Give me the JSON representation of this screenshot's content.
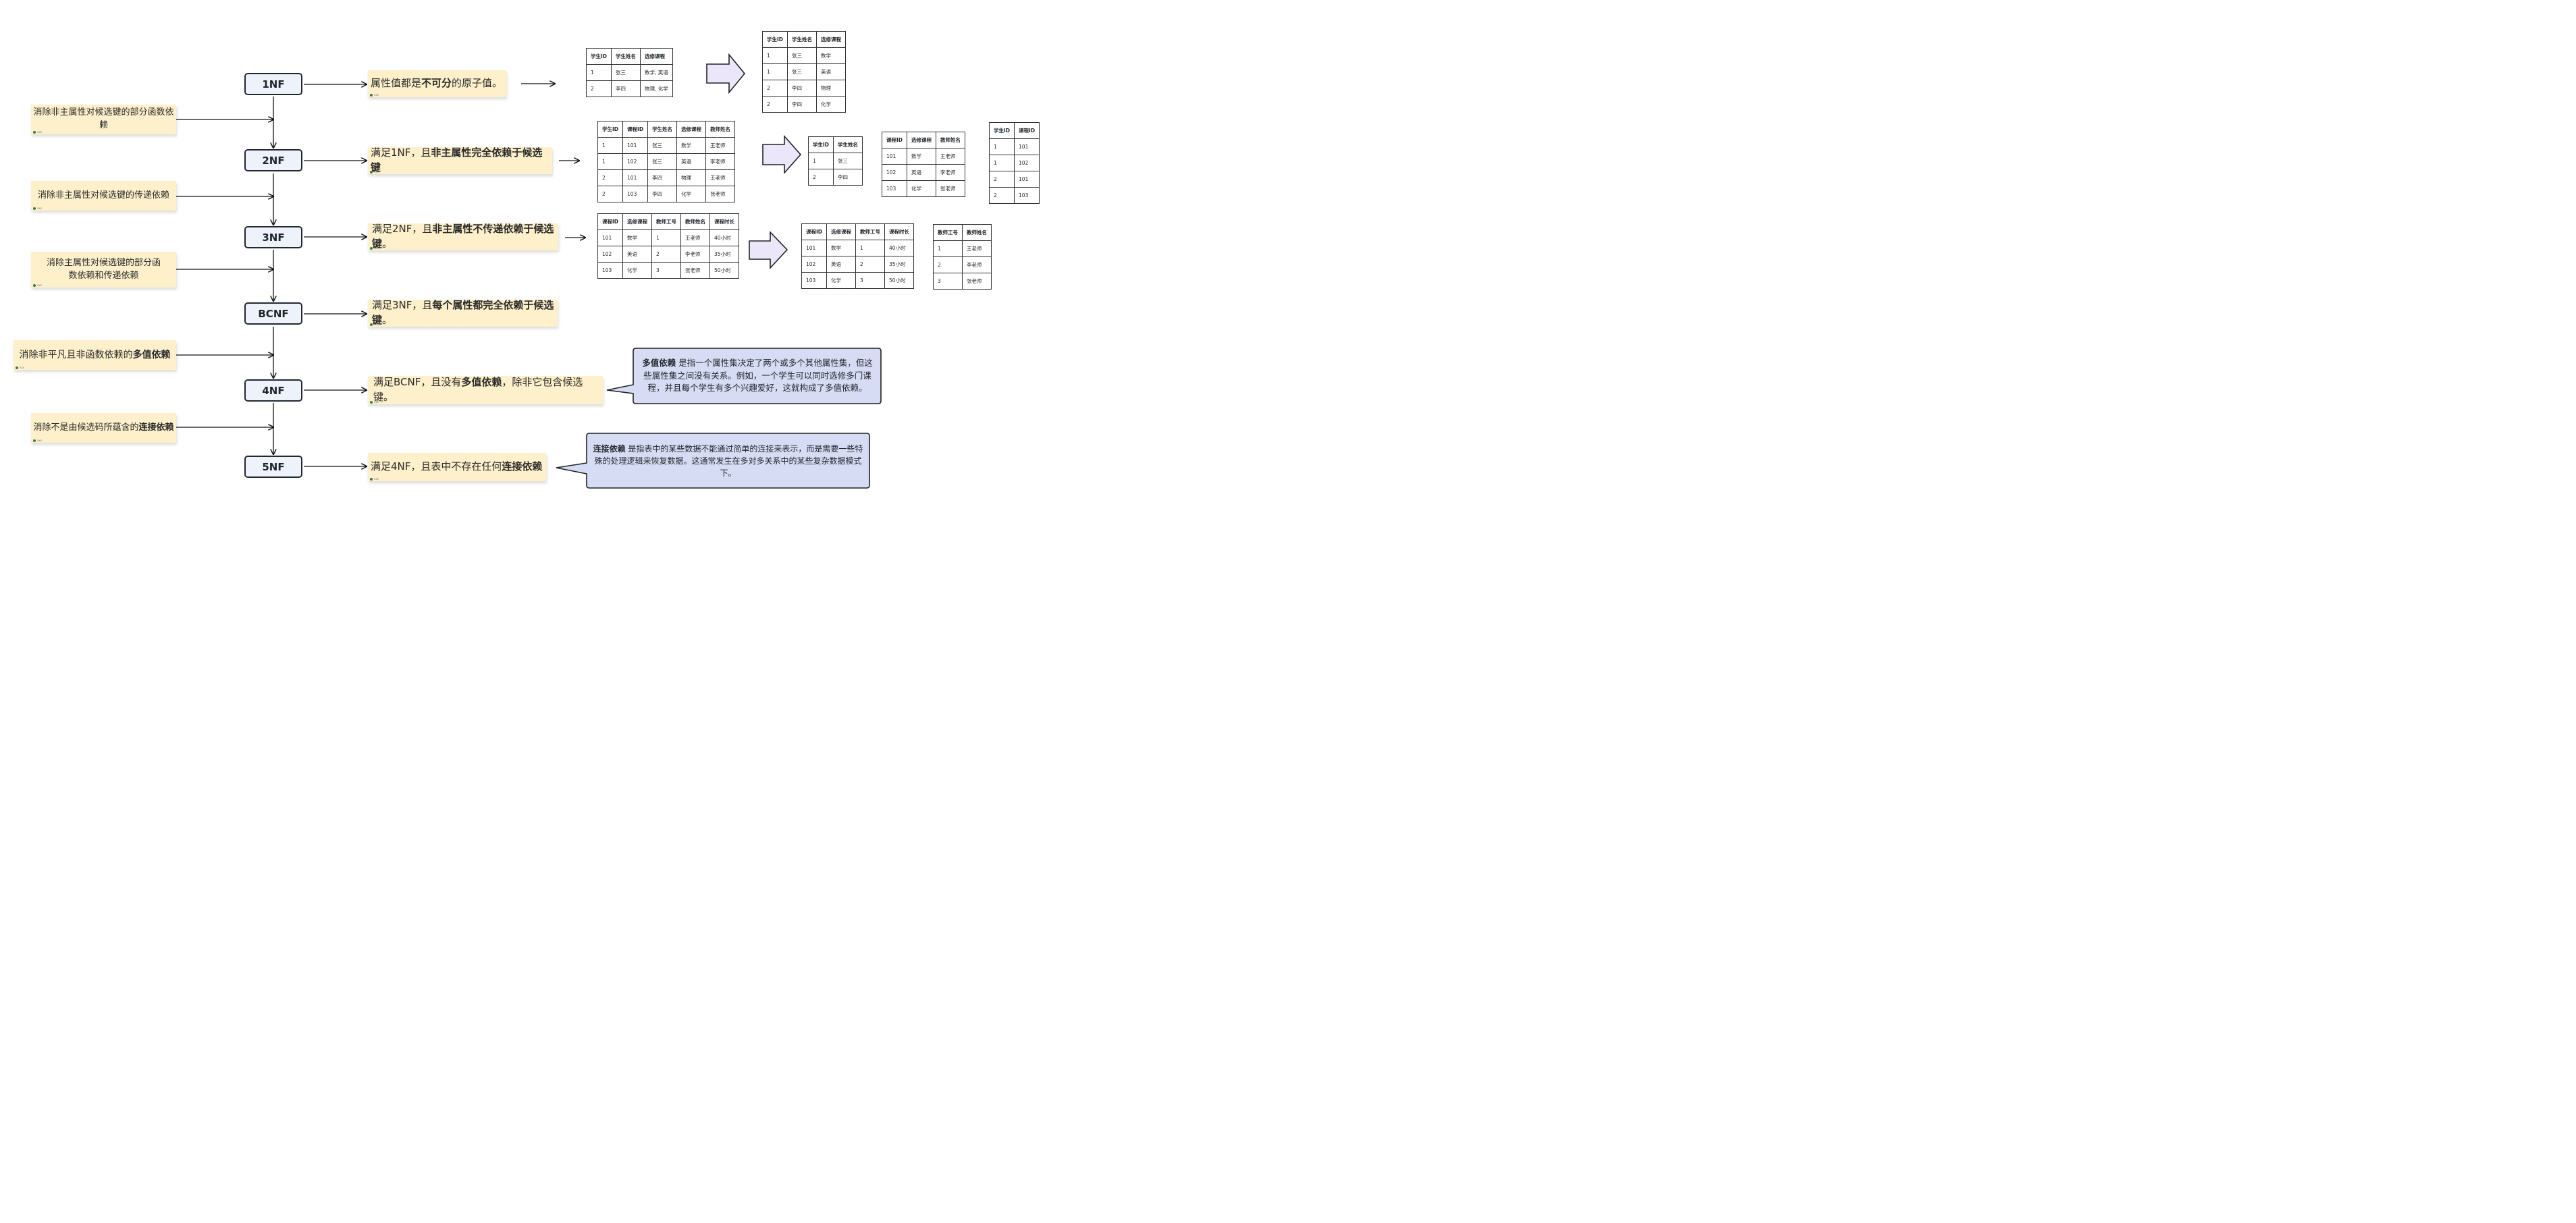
{
  "forms": [
    "1NF",
    "2NF",
    "3NF",
    "BCNF",
    "4NF",
    "5NF"
  ],
  "left_notes": [
    {
      "pre": "消除非主属性对候选键的部分函数依赖",
      "bold": "",
      "post": ""
    },
    {
      "pre": "消除非主属性对候选键的传递依赖",
      "bold": "",
      "post": ""
    },
    {
      "pre": "消除主属性对候选键的部分函数依赖和传递依赖",
      "bold": "",
      "post": ""
    },
    {
      "pre": "消除非平凡且非函数依赖的",
      "bold": "多值依赖",
      "post": ""
    },
    {
      "pre": "消除不是由候选码所蕴含的",
      "bold": "连接依赖",
      "post": ""
    }
  ],
  "right_notes": [
    {
      "pre": "属性值都是",
      "bold": "不可分",
      "post": "的原子值。"
    },
    {
      "pre": "满足1NF，且",
      "bold": "非主属性完全依赖于候选键",
      "post": ""
    },
    {
      "pre": "满足2NF，且",
      "bold": "非主属性不传递依赖于候选键",
      "post": "。"
    },
    {
      "pre": "满足3NF，且",
      "bold": "每个属性都完全依赖于候选键",
      "post": "。"
    },
    {
      "pre": "满足BCNF，且没有",
      "bold": "多值依赖",
      "post": "，除非它包含候选键。"
    },
    {
      "pre": "满足4NF，且表中不存在任何",
      "bold": "连接依赖",
      "post": ""
    }
  ],
  "sticky_tag": "xxx",
  "tables": {
    "t1a": {
      "headers": [
        "学生ID",
        "学生姓名",
        "选修课程"
      ],
      "rows": [
        [
          "1",
          "张三",
          "数学, 英语"
        ],
        [
          "2",
          "李四",
          "物理, 化学"
        ]
      ]
    },
    "t1b": {
      "headers": [
        "学生ID",
        "学生姓名",
        "选修课程"
      ],
      "rows": [
        [
          "1",
          "张三",
          "数学"
        ],
        [
          "1",
          "张三",
          "英语"
        ],
        [
          "2",
          "李四",
          "物理"
        ],
        [
          "2",
          "李四",
          "化学"
        ]
      ]
    },
    "t2a": {
      "headers": [
        "学生ID",
        "课程ID",
        "学生姓名",
        "选修课程",
        "教师姓名"
      ],
      "rows": [
        [
          "1",
          "101",
          "张三",
          "数学",
          "王老师"
        ],
        [
          "1",
          "102",
          "张三",
          "英语",
          "李老师"
        ],
        [
          "2",
          "101",
          "李四",
          "物理",
          "王老师"
        ],
        [
          "2",
          "103",
          "李四",
          "化学",
          "张老师"
        ]
      ]
    },
    "t2b": {
      "headers": [
        "学生ID",
        "学生姓名"
      ],
      "rows": [
        [
          "1",
          "张三"
        ],
        [
          "2",
          "李四"
        ]
      ]
    },
    "t2c": {
      "headers": [
        "课程ID",
        "选修课程",
        "教师姓名"
      ],
      "rows": [
        [
          "101",
          "数学",
          "王老师"
        ],
        [
          "102",
          "英语",
          "李老师"
        ],
        [
          "103",
          "化学",
          "张老师"
        ]
      ]
    },
    "t2d": {
      "headers": [
        "学生ID",
        "课程ID"
      ],
      "rows": [
        [
          "1",
          "101"
        ],
        [
          "1",
          "102"
        ],
        [
          "2",
          "101"
        ],
        [
          "2",
          "103"
        ]
      ]
    },
    "t3a": {
      "headers": [
        "课程ID",
        "选修课程",
        "教师工号",
        "教师姓名",
        "课程时长"
      ],
      "rows": [
        [
          "101",
          "数学",
          "1",
          "王老师",
          "40小时"
        ],
        [
          "102",
          "英语",
          "2",
          "李老师",
          "35小时"
        ],
        [
          "103",
          "化学",
          "3",
          "张老师",
          "50小时"
        ]
      ]
    },
    "t3b": {
      "headers": [
        "课程ID",
        "选修课程",
        "教师工号",
        "课程时长"
      ],
      "rows": [
        [
          "101",
          "数学",
          "1",
          "40小时"
        ],
        [
          "102",
          "英语",
          "2",
          "35小时"
        ],
        [
          "103",
          "化学",
          "3",
          "50小时"
        ]
      ]
    },
    "t3c": {
      "headers": [
        "教师工号",
        "教师姓名"
      ],
      "rows": [
        [
          "1",
          "王老师"
        ],
        [
          "2",
          "李老师"
        ],
        [
          "3",
          "张老师"
        ]
      ]
    }
  },
  "callouts": [
    {
      "bold": "多值依赖",
      "text": " 是指一个属性集决定了两个或多个其他属性集，但这些属性集之间没有关系。例如，一个学生可以同时选修多门课程，并且每个学生有多个兴趣爱好，这就构成了多值依赖。"
    },
    {
      "bold": "连接依赖",
      "text": " 是指表中的某些数据不能通过简单的连接来表示，而是需要一些特殊的处理逻辑来恢复数据。这通常发生在多对多关系中的某些复杂数据模式下。"
    }
  ],
  "colors": {
    "node_fill": "#edf2fb",
    "sticky_fill": "#fdf0cb",
    "callout_fill": "#d6dcf3",
    "arrow_fill": "#ece6fb"
  }
}
